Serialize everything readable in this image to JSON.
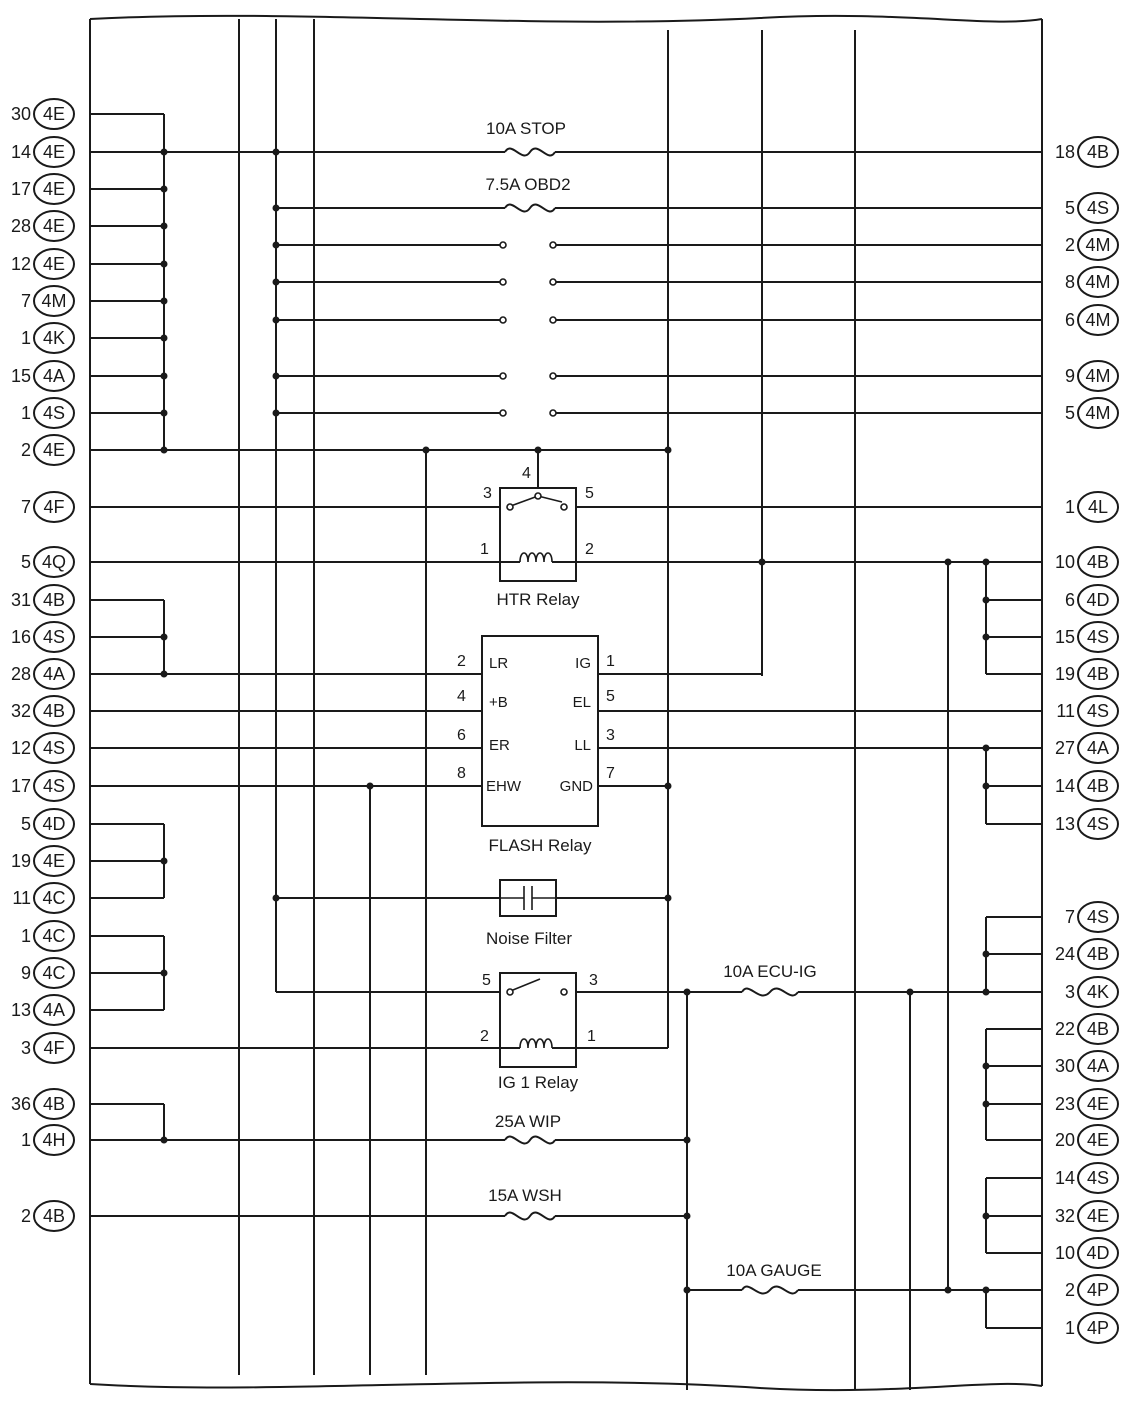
{
  "left_connectors": [
    {
      "pin": "30",
      "conn": "4E"
    },
    {
      "pin": "14",
      "conn": "4E"
    },
    {
      "pin": "17",
      "conn": "4E"
    },
    {
      "pin": "28",
      "conn": "4E"
    },
    {
      "pin": "12",
      "conn": "4E"
    },
    {
      "pin": "7",
      "conn": "4M"
    },
    {
      "pin": "1",
      "conn": "4K"
    },
    {
      "pin": "15",
      "conn": "4A"
    },
    {
      "pin": "1",
      "conn": "4S"
    },
    {
      "pin": "2",
      "conn": "4E"
    },
    {
      "pin": "7",
      "conn": "4F"
    },
    {
      "pin": "5",
      "conn": "4Q"
    },
    {
      "pin": "31",
      "conn": "4B"
    },
    {
      "pin": "16",
      "conn": "4S"
    },
    {
      "pin": "28",
      "conn": "4A"
    },
    {
      "pin": "32",
      "conn": "4B"
    },
    {
      "pin": "12",
      "conn": "4S"
    },
    {
      "pin": "17",
      "conn": "4S"
    },
    {
      "pin": "5",
      "conn": "4D"
    },
    {
      "pin": "19",
      "conn": "4E"
    },
    {
      "pin": "11",
      "conn": "4C"
    },
    {
      "pin": "1",
      "conn": "4C"
    },
    {
      "pin": "9",
      "conn": "4C"
    },
    {
      "pin": "13",
      "conn": "4A"
    },
    {
      "pin": "3",
      "conn": "4F"
    },
    {
      "pin": "36",
      "conn": "4B"
    },
    {
      "pin": "1",
      "conn": "4H"
    },
    {
      "pin": "2",
      "conn": "4B"
    }
  ],
  "right_connectors": [
    {
      "pin": "18",
      "conn": "4B"
    },
    {
      "pin": "5",
      "conn": "4S"
    },
    {
      "pin": "2",
      "conn": "4M"
    },
    {
      "pin": "8",
      "conn": "4M"
    },
    {
      "pin": "6",
      "conn": "4M"
    },
    {
      "pin": "9",
      "conn": "4M"
    },
    {
      "pin": "5",
      "conn": "4M"
    },
    {
      "pin": "1",
      "conn": "4L"
    },
    {
      "pin": "10",
      "conn": "4B"
    },
    {
      "pin": "6",
      "conn": "4D"
    },
    {
      "pin": "15",
      "conn": "4S"
    },
    {
      "pin": "19",
      "conn": "4B"
    },
    {
      "pin": "11",
      "conn": "4S"
    },
    {
      "pin": "27",
      "conn": "4A"
    },
    {
      "pin": "14",
      "conn": "4B"
    },
    {
      "pin": "13",
      "conn": "4S"
    },
    {
      "pin": "7",
      "conn": "4S"
    },
    {
      "pin": "24",
      "conn": "4B"
    },
    {
      "pin": "3",
      "conn": "4K"
    },
    {
      "pin": "22",
      "conn": "4B"
    },
    {
      "pin": "30",
      "conn": "4A"
    },
    {
      "pin": "23",
      "conn": "4E"
    },
    {
      "pin": "20",
      "conn": "4E"
    },
    {
      "pin": "14",
      "conn": "4S"
    },
    {
      "pin": "32",
      "conn": "4E"
    },
    {
      "pin": "10",
      "conn": "4D"
    },
    {
      "pin": "2",
      "conn": "4P"
    },
    {
      "pin": "1",
      "conn": "4P"
    }
  ],
  "fuses": {
    "stop": "10A STOP",
    "obd2": "7.5A OBD2",
    "ecu_ig": "10A ECU-IG",
    "wip": "25A WIP",
    "wsh": "15A WSH",
    "gauge": "10A GAUGE"
  },
  "htr_relay": {
    "label": "HTR Relay",
    "pins": {
      "p1": "1",
      "p2": "2",
      "p3": "3",
      "p4": "4",
      "p5": "5"
    }
  },
  "flash_relay": {
    "label": "FLASH Relay",
    "inner_left": [
      "LR",
      "+B",
      "ER",
      "EHW"
    ],
    "inner_right": [
      "IG",
      "EL",
      "LL",
      "GND"
    ],
    "pins_left": [
      "2",
      "4",
      "6",
      "8"
    ],
    "pins_right": [
      "1",
      "5",
      "3",
      "7"
    ]
  },
  "noise_filter": {
    "label": "Noise Filter"
  },
  "ig1_relay": {
    "label": "IG 1 Relay",
    "pins": {
      "p1": "1",
      "p2": "2",
      "p3": "3",
      "p5": "5"
    }
  }
}
